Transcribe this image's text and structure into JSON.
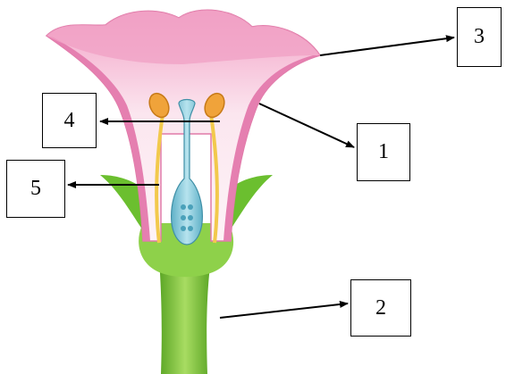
{
  "diagram": {
    "labels": {
      "l1": "1",
      "l2": "2",
      "l3": "3",
      "l4": "4",
      "l5": "5"
    },
    "colors": {
      "petal": "#f2a3c4",
      "petal_light": "#fbe3ee",
      "petal_edge": "#e07aa8",
      "sepal": "#6bbf2f",
      "stem": "#7cc43a",
      "stamen_filament": "#f2c94c",
      "anther": "#f0a33a",
      "pistil": "#7fc7d9",
      "arrow": "#000000"
    }
  }
}
